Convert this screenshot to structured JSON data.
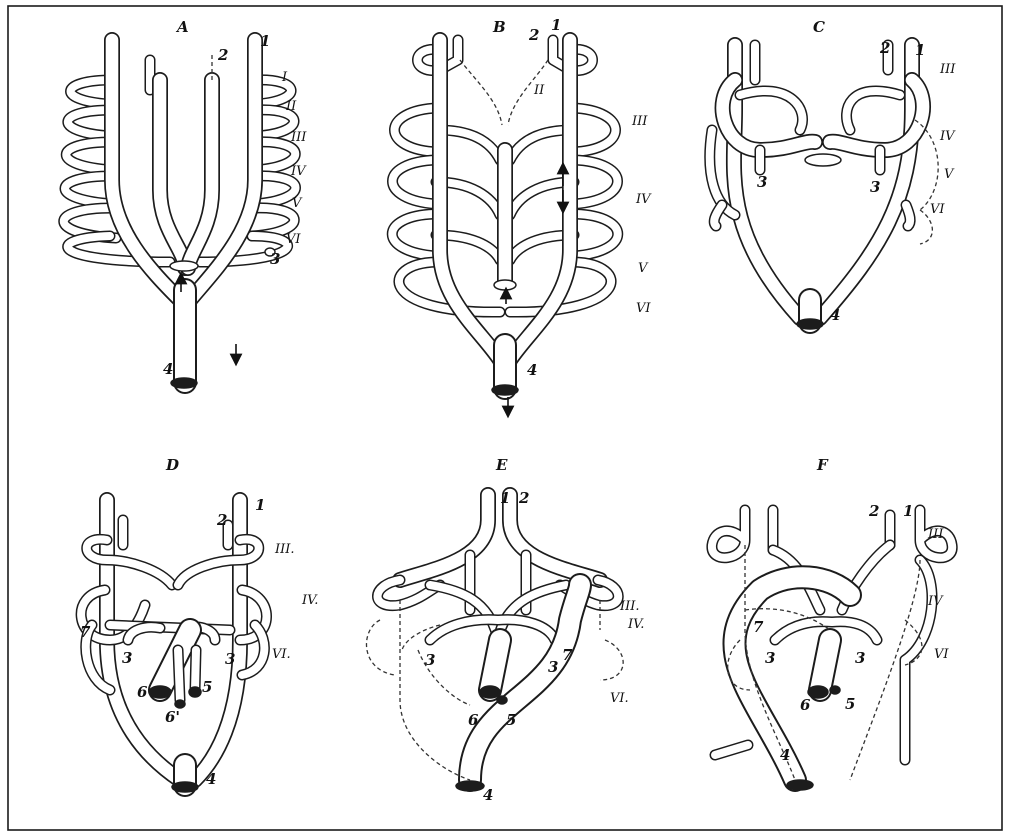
{
  "panels": {
    "A": {
      "letter": "A",
      "roman": [
        "I",
        "II",
        "III",
        "IV",
        "V",
        "VI"
      ],
      "numbers": [
        "1",
        "2",
        "3",
        "4"
      ]
    },
    "B": {
      "letter": "B",
      "roman": [
        "II",
        "III",
        "IV",
        "V",
        "VI"
      ],
      "numbers": [
        "1",
        "2",
        "4"
      ]
    },
    "C": {
      "letter": "C",
      "roman": [
        "III",
        "IV",
        "V",
        "VI"
      ],
      "numbers": [
        "1",
        "2",
        "3",
        "3",
        "4"
      ]
    },
    "D": {
      "letter": "D",
      "roman": [
        "III.",
        "IV.",
        "VI."
      ],
      "numbers": [
        "1",
        "2",
        "3",
        "3",
        "4",
        "5",
        "6",
        "6'",
        "7"
      ]
    },
    "E": {
      "letter": "E",
      "roman": [
        "III.",
        "IV.",
        "VI."
      ],
      "numbers": [
        "1",
        "2",
        "3",
        "3",
        "4",
        "5",
        "6",
        "7"
      ]
    },
    "F": {
      "letter": "F",
      "roman": [
        "III",
        "IV",
        "VI"
      ],
      "numbers": [
        "1",
        "2",
        "3",
        "3",
        "4",
        "5",
        "6",
        "7"
      ]
    }
  }
}
